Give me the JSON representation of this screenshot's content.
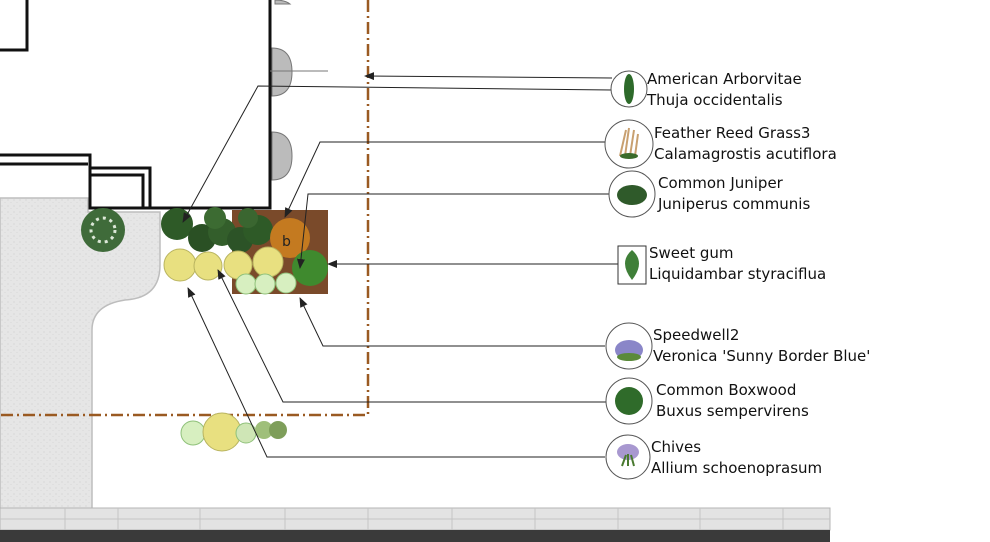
{
  "legend": [
    {
      "common": "American Arborvitae",
      "botanical": "Thuja occidentalis",
      "icon": "arborvitae-icon"
    },
    {
      "common": "Feather Reed Grass3",
      "botanical": "Calamagrostis acutiflora",
      "icon": "grass-icon"
    },
    {
      "common": "Common Juniper",
      "botanical": "Juniperus communis",
      "icon": "juniper-icon"
    },
    {
      "common": "Sweet gum",
      "botanical": "Liquidambar styraciflua",
      "icon": "leaf-icon"
    },
    {
      "common": "Speedwell2",
      "botanical": "Veronica 'Sunny Border Blue'",
      "icon": "speedwell-icon"
    },
    {
      "common": "Common Boxwood",
      "botanical": "Buxus sempervirens",
      "icon": "boxwood-icon"
    },
    {
      "common": "Chives",
      "botanical": "Allium schoenoprasum",
      "icon": "chives-icon"
    }
  ],
  "colors": {
    "wall": "#111111",
    "paving": "#e6e6e6",
    "mulch": "#7a4a2a",
    "property_line": "#9a5a22",
    "leader": "#222222",
    "yellow_plant": "#e8e080",
    "dark_green": "#2f5a2a"
  }
}
